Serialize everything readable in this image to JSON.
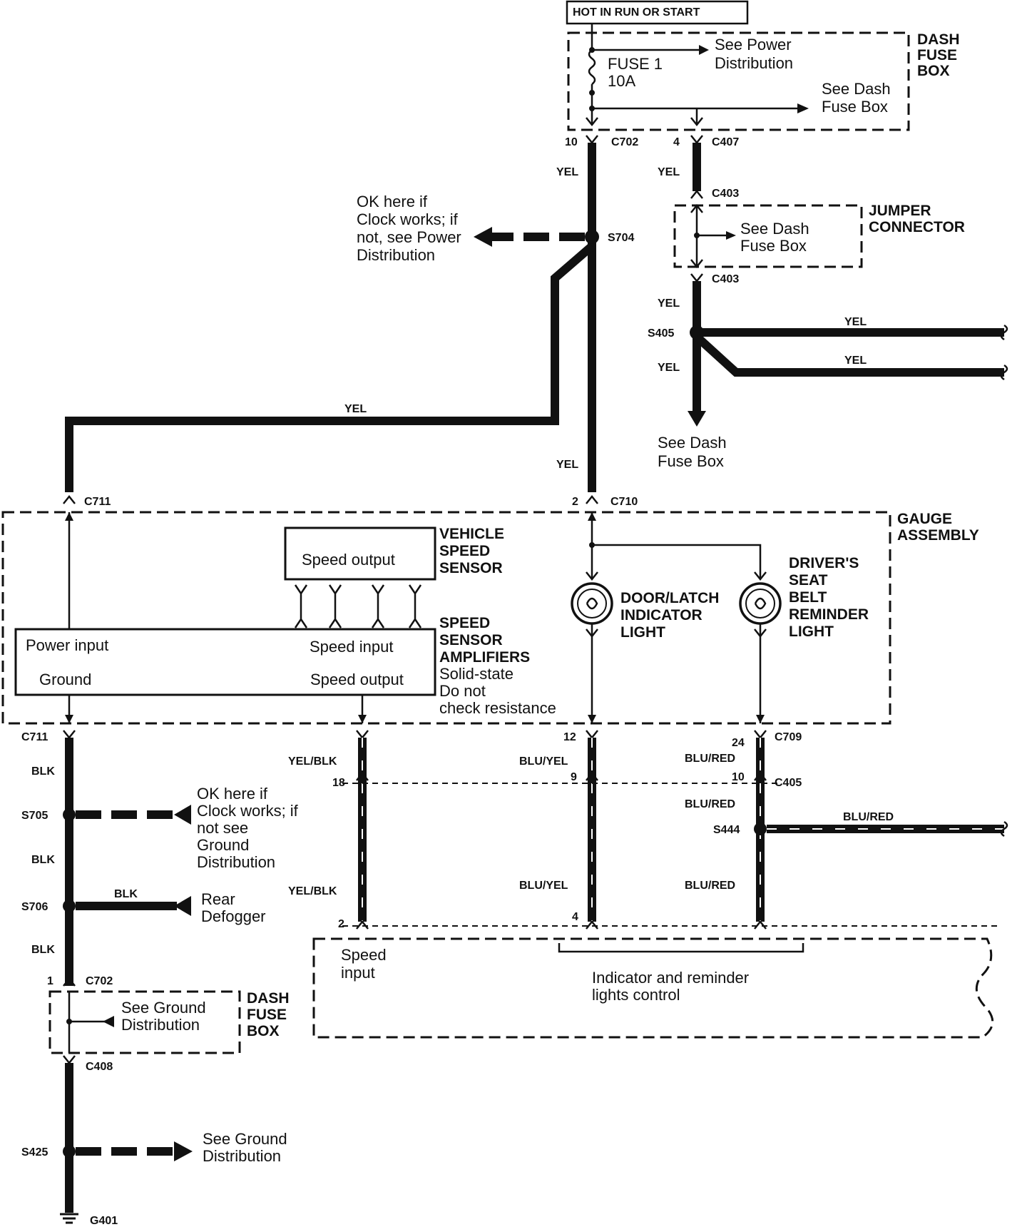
{
  "header": {
    "power_label": "HOT IN RUN OR START"
  },
  "dash_fuse_box_top": {
    "title_lines": [
      "DASH",
      "FUSE",
      "BOX"
    ],
    "fuse": [
      "FUSE 1",
      "10A"
    ],
    "see_power": [
      "See Power",
      "Distribution"
    ],
    "see_dash": [
      "See Dash",
      "Fuse Box"
    ]
  },
  "connectors": {
    "c702_top": "C702",
    "c702_top_pin": "10",
    "c407": "C407",
    "c407_pin": "4",
    "c403_top": "C403",
    "c403_bottom": "C403",
    "s704": "S704",
    "s405": "S405",
    "c711_top": "C711",
    "c710": "C710",
    "c710_pin": "2",
    "c711_bottom": "C711",
    "c709": "C709",
    "c709_pin_a": "12",
    "c709_pin_b": "24",
    "c405": "C405",
    "c405_pin_a": "18",
    "c405_pin_b": "9",
    "c405_pin_c": "10",
    "s705": "S705",
    "s706": "S706",
    "s444": "S444",
    "c702_bottom": "C702",
    "c702_bottom_pin": "1",
    "c408": "C408",
    "s425": "S425",
    "g401": "G401",
    "bottom_pin_2": "2",
    "bottom_pin_4": "4"
  },
  "wire_colors": {
    "yel": "YEL",
    "blk": "BLK",
    "yel_blk": "YEL/BLK",
    "blu_yel": "BLU/YEL",
    "blu_red": "BLU/RED"
  },
  "notes": {
    "ok_clock_power": [
      "OK here if",
      "Clock works; if",
      "not, see Power",
      "Distribution"
    ],
    "ok_clock_ground": [
      "OK here if",
      "Clock works; if",
      "not see",
      "Ground",
      "Distribution"
    ],
    "jumper_connector": [
      "JUMPER",
      "CONNECTOR"
    ],
    "jumper_see_dash": [
      "See Dash",
      "Fuse Box"
    ],
    "see_dash_fuse_box": [
      "See Dash",
      "Fuse Box"
    ],
    "rear_defogger": [
      "Rear",
      "Defogger"
    ],
    "see_ground_box": [
      "See Ground",
      "Distribution"
    ],
    "dash_fuse_box_bottom": [
      "DASH",
      "FUSE",
      "BOX"
    ],
    "see_ground_s425": [
      "See Ground",
      "Distribution"
    ]
  },
  "gauge_assembly": {
    "title_lines": [
      "GAUGE",
      "ASSEMBLY"
    ],
    "vss_box": "Speed output",
    "vss_label": [
      "VEHICLE",
      "SPEED",
      "SENSOR"
    ],
    "amp_label": [
      "SPEED",
      "SENSOR",
      "AMPLIFIERS",
      "Solid-state",
      "Do not",
      "check resistance"
    ],
    "amp_power_input": "Power input",
    "amp_speed_input": "Speed input",
    "amp_ground": "Ground",
    "amp_speed_output": "Speed output",
    "door_light": [
      "DOOR/LATCH",
      "INDICATOR",
      "LIGHT"
    ],
    "seat_belt_light": [
      "DRIVER'S",
      "SEAT",
      "BELT",
      "REMINDER",
      "LIGHT"
    ]
  },
  "control_unit": {
    "speed_input": [
      "Speed",
      "input"
    ],
    "indicator_control": [
      "Indicator and reminder",
      "lights control"
    ]
  }
}
